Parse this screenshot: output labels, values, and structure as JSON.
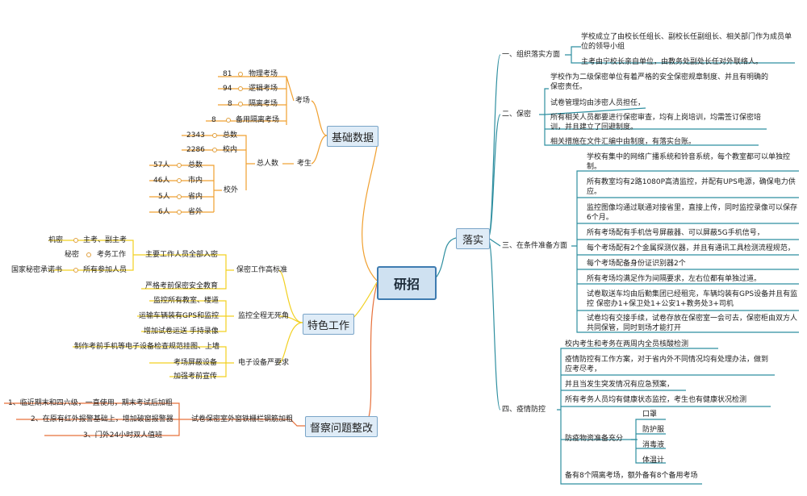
{
  "root": "研招",
  "branches": {
    "jichu": "基础数据",
    "tese": "特色工作",
    "ducha": "督察问题整改",
    "luoshi": "落实"
  },
  "jichu": {
    "kaochang": {
      "label": "考场",
      "items": [
        {
          "num": "81",
          "name": "物理考场"
        },
        {
          "num": "94",
          "name": "逻辑考场"
        },
        {
          "num": "8",
          "name": "隔离考场"
        },
        {
          "num": "8",
          "name": "备用隔离考场"
        }
      ]
    },
    "kaosheng": {
      "label": "考生",
      "total_label": "总人数",
      "total": {
        "num": "2343",
        "name": "总数"
      },
      "xiaonei": {
        "num": "2286",
        "name": "校内"
      },
      "xiaowai": {
        "label": "校外",
        "items": [
          {
            "num": "57人",
            "name": "总数"
          },
          {
            "num": "46人",
            "name": "市内"
          },
          {
            "num": "5人",
            "name": "省内"
          },
          {
            "num": "6人",
            "name": "省外"
          }
        ]
      }
    }
  },
  "tese": {
    "baomi": {
      "label": "保密工作高标准",
      "zhuyao": "主要工作人员全部入密",
      "jimi": "机密",
      "jimi_who": "主考、副主考",
      "mimi": "秘密",
      "mimi_who": "考务工作",
      "chengnuo": "国家秘密承诺书",
      "chengnuo_who": "所有参加人员",
      "jiaoyu": "严格考前保密安全教育"
    },
    "jiankong": {
      "label": "监控全程无死角",
      "items": [
        "监控所有教室、楼道",
        "运输车辆装有GPS和监控",
        "增加试卷运送 手持录像"
      ]
    },
    "dianzi": {
      "label": "电子设备严要求",
      "items": [
        "制作考前手机等电子设备检查规范挂图、上墙",
        "考场屏蔽设备",
        "加强考前宣传"
      ]
    }
  },
  "ducha": {
    "label": "试卷保密室外窗铁栅栏钢筋加粗",
    "items": [
      "1、临近期末和四六级，一直使用，期末考试后加粗",
      "2、在原有红外报警基础上，增加破窗报警器",
      "3、门外24小时双人值班"
    ]
  },
  "luoshi": {
    "zuzhi": {
      "label": "一、组织落实方面",
      "items": [
        "学校成立了由校长任组长、副校长任副组长、相关部门作为成员单位的领导小组",
        "主考由宁校长亲自单位，由教务处副处长任对外联络人。"
      ]
    },
    "baomi": {
      "label": "二、保密",
      "items": [
        "学校作为二级保密单位有着严格的安全保密规章制度、并且有明确的保密责任。",
        "试卷管理均由涉密人员担任，",
        "所有相关人员都要进行保密审查，均有上岗培训，均需签订保密培训，并且建立了回避制度。",
        "相关措施在文件汇编中由制度，有落实台账。"
      ]
    },
    "tiaojian": {
      "label": "三、在条件准备方面",
      "items": [
        "学校有集中的网络广播系统和铃音系统，每个教室都可以单独控制。",
        "所有教室均有2路1080P高清监控，并配有UPS电源，确保电力供应。",
        "监控图像均通过联通对接省里，直接上传，同时监控录像可以保存6个月。",
        "所有考场配有手机信号屏蔽器、可以屏蔽5G手机信号，",
        "每个考场配有2个金属探测仪器，并且有通讯工具检测流程规范，",
        "每个考场配备身份证识别器2个",
        "所有考场均满足作为间隔要求，左右位都有单独过道。",
        "试卷取送车均由后勤集团已经租完，车辆均装有GPS设备并且有监控 保密办1+保卫处1+公安1+教务处3+司机",
        "试卷均有交接手续，试卷存放在保密室一会可去，保密柜由双方人共同保管，同时到场才能打开"
      ]
    },
    "yiqing": {
      "label": "四、疫情防控",
      "items": [
        "校内考生和考务在两周内全员核酸检测",
        "疫情防控有工作方案，对于省内外不同情况均有处理办法，做到应考尽考，",
        "并且当发生突发情况有应急预案，",
        "所有考务人员均有健康状态监控，考生也有健康状况检测",
        "防疫物资准备充分",
        "备有8个隔离考场，额外备有8个备用考场"
      ],
      "wuzi": [
        "口罩",
        "防护服",
        "消毒液",
        "体温计"
      ]
    }
  },
  "colors": {
    "jichu": "#f0a030",
    "tese": "#f2d020",
    "ducha": "#e7703a",
    "luoshi": "#2f8fa0",
    "root_border": "#3e7bb0"
  }
}
